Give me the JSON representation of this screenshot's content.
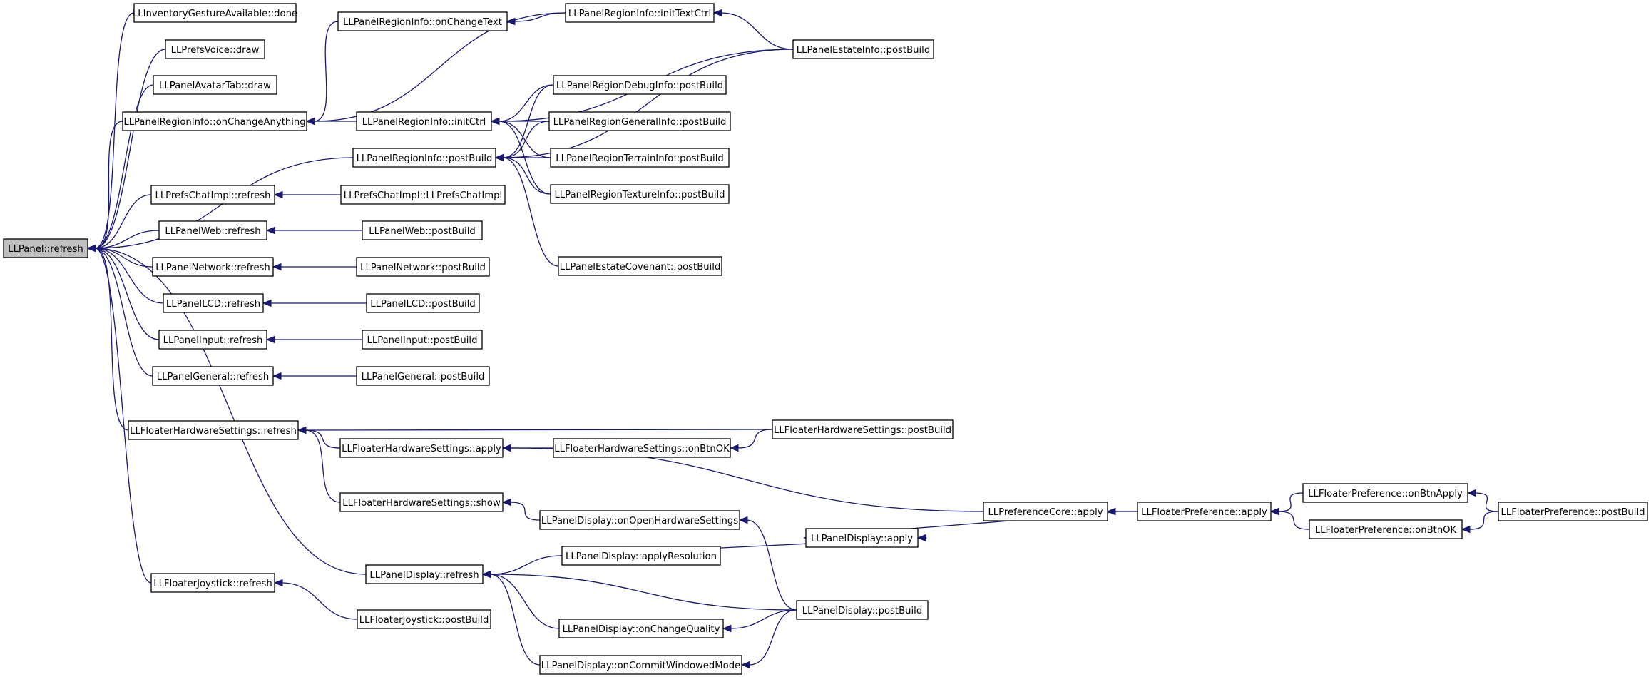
{
  "diagram": {
    "root": "LLPanel::refresh",
    "nodes": [
      {
        "id": "refresh",
        "label": "LLPanel::refresh"
      },
      {
        "id": "invgesture",
        "label": "LLInventoryGestureAvailable::done"
      },
      {
        "id": "prefsvoice",
        "label": "LLPrefsVoice::draw"
      },
      {
        "id": "avatartab",
        "label": "LLPanelAvatarTab::draw"
      },
      {
        "id": "ri_onchangeanything",
        "label": "LLPanelRegionInfo::onChangeAnything"
      },
      {
        "id": "ri_onchangetext",
        "label": "LLPanelRegionInfo::onChangeText"
      },
      {
        "id": "ri_inittextctrl",
        "label": "LLPanelRegionInfo::initTextCtrl"
      },
      {
        "id": "estateinfo_pb",
        "label": "LLPanelEstateInfo::postBuild"
      },
      {
        "id": "ri_initctrl",
        "label": "LLPanelRegionInfo::initCtrl"
      },
      {
        "id": "debuginfo_pb",
        "label": "LLPanelRegionDebugInfo::postBuild"
      },
      {
        "id": "generalinfo_pb",
        "label": "LLPanelRegionGeneralInfo::postBuild"
      },
      {
        "id": "ri_postbuild",
        "label": "LLPanelRegionInfo::postBuild"
      },
      {
        "id": "terraininfo_pb",
        "label": "LLPanelRegionTerrainInfo::postBuild"
      },
      {
        "id": "textureinfo_pb",
        "label": "LLPanelRegionTextureInfo::postBuild"
      },
      {
        "id": "covenant_pb",
        "label": "LLPanelEstateCovenant::postBuild"
      },
      {
        "id": "prefschat_refresh",
        "label": "LLPrefsChatImpl::refresh"
      },
      {
        "id": "prefschat_ctor",
        "label": "LLPrefsChatImpl::LLPrefsChatImpl"
      },
      {
        "id": "web_refresh",
        "label": "LLPanelWeb::refresh"
      },
      {
        "id": "web_pb",
        "label": "LLPanelWeb::postBuild"
      },
      {
        "id": "network_refresh",
        "label": "LLPanelNetwork::refresh"
      },
      {
        "id": "network_pb",
        "label": "LLPanelNetwork::postBuild"
      },
      {
        "id": "lcd_refresh",
        "label": "LLPanelLCD::refresh"
      },
      {
        "id": "lcd_pb",
        "label": "LLPanelLCD::postBuild"
      },
      {
        "id": "input_refresh",
        "label": "LLPanelInput::refresh"
      },
      {
        "id": "input_pb",
        "label": "LLPanelInput::postBuild"
      },
      {
        "id": "general_refresh",
        "label": "LLPanelGeneral::refresh"
      },
      {
        "id": "general_pb",
        "label": "LLPanelGeneral::postBuild"
      },
      {
        "id": "fhs_refresh",
        "label": "LLFloaterHardwareSettings::refresh"
      },
      {
        "id": "fhs_apply",
        "label": "LLFloaterHardwareSettings::apply"
      },
      {
        "id": "fhs_onbtnok",
        "label": "LLFloaterHardwareSettings::onBtnOK"
      },
      {
        "id": "fhs_pb",
        "label": "LLFloaterHardwareSettings::postBuild"
      },
      {
        "id": "fhs_show",
        "label": "LLFloaterHardwareSettings::show"
      },
      {
        "id": "pd_onopenhw",
        "label": "LLPanelDisplay::onOpenHardwareSettings"
      },
      {
        "id": "prefcore_apply",
        "label": "LLPreferenceCore::apply"
      },
      {
        "id": "fp_apply",
        "label": "LLFloaterPreference::apply"
      },
      {
        "id": "fp_onbtnapply",
        "label": "LLFloaterPreference::onBtnApply"
      },
      {
        "id": "fp_onbtnok",
        "label": "LLFloaterPreference::onBtnOK"
      },
      {
        "id": "fp_pb",
        "label": "LLFloaterPreference::postBuild"
      },
      {
        "id": "pd_apply",
        "label": "LLPanelDisplay::apply"
      },
      {
        "id": "pd_applyres",
        "label": "LLPanelDisplay::applyResolution"
      },
      {
        "id": "pd_refresh",
        "label": "LLPanelDisplay::refresh"
      },
      {
        "id": "pd_pb",
        "label": "LLPanelDisplay::postBuild"
      },
      {
        "id": "pd_onchangequality",
        "label": "LLPanelDisplay::onChangeQuality"
      },
      {
        "id": "pd_oncommitwindowed",
        "label": "LLPanelDisplay::onCommitWindowedMode"
      },
      {
        "id": "joystick_refresh",
        "label": "LLFloaterJoystick::refresh"
      },
      {
        "id": "joystick_pb",
        "label": "LLFloaterJoystick::postBuild"
      }
    ],
    "edges": [
      {
        "from": "invgesture",
        "to": "refresh"
      },
      {
        "from": "prefsvoice",
        "to": "refresh"
      },
      {
        "from": "avatartab",
        "to": "refresh"
      },
      {
        "from": "ri_onchangeanything",
        "to": "refresh"
      },
      {
        "from": "ri_postbuild",
        "to": "refresh"
      },
      {
        "from": "prefschat_refresh",
        "to": "refresh"
      },
      {
        "from": "web_refresh",
        "to": "refresh"
      },
      {
        "from": "network_refresh",
        "to": "refresh"
      },
      {
        "from": "lcd_refresh",
        "to": "refresh"
      },
      {
        "from": "input_refresh",
        "to": "refresh"
      },
      {
        "from": "general_refresh",
        "to": "refresh"
      },
      {
        "from": "fhs_refresh",
        "to": "refresh"
      },
      {
        "from": "pd_refresh",
        "to": "refresh"
      },
      {
        "from": "joystick_refresh",
        "to": "refresh"
      },
      {
        "from": "ri_onchangetext",
        "to": "ri_onchangeanything"
      },
      {
        "from": "ri_inittextctrl",
        "to": "ri_onchangeanything"
      },
      {
        "from": "ri_initctrl",
        "to": "ri_onchangeanything"
      },
      {
        "from": "ri_inittextctrl",
        "to": "ri_onchangetext"
      },
      {
        "from": "estateinfo_pb",
        "to": "ri_inittextctrl"
      },
      {
        "from": "estateinfo_pb",
        "to": "ri_initctrl"
      },
      {
        "from": "debuginfo_pb",
        "to": "ri_initctrl"
      },
      {
        "from": "generalinfo_pb",
        "to": "ri_initctrl"
      },
      {
        "from": "terraininfo_pb",
        "to": "ri_initctrl"
      },
      {
        "from": "textureinfo_pb",
        "to": "ri_initctrl"
      },
      {
        "from": "debuginfo_pb",
        "to": "ri_postbuild"
      },
      {
        "from": "generalinfo_pb",
        "to": "ri_postbuild"
      },
      {
        "from": "terraininfo_pb",
        "to": "ri_postbuild"
      },
      {
        "from": "textureinfo_pb",
        "to": "ri_postbuild"
      },
      {
        "from": "estateinfo_pb",
        "to": "ri_postbuild"
      },
      {
        "from": "covenant_pb",
        "to": "ri_postbuild"
      },
      {
        "from": "prefschat_ctor",
        "to": "prefschat_refresh"
      },
      {
        "from": "web_pb",
        "to": "web_refresh"
      },
      {
        "from": "network_pb",
        "to": "network_refresh"
      },
      {
        "from": "lcd_pb",
        "to": "lcd_refresh"
      },
      {
        "from": "input_pb",
        "to": "input_refresh"
      },
      {
        "from": "general_pb",
        "to": "general_refresh"
      },
      {
        "from": "fhs_pb",
        "to": "fhs_refresh"
      },
      {
        "from": "fhs_apply",
        "to": "fhs_refresh"
      },
      {
        "from": "fhs_show",
        "to": "fhs_refresh"
      },
      {
        "from": "fhs_onbtnok",
        "to": "fhs_apply"
      },
      {
        "from": "prefcore_apply",
        "to": "fhs_apply"
      },
      {
        "from": "fhs_pb",
        "to": "fhs_onbtnok"
      },
      {
        "from": "pd_onopenhw",
        "to": "fhs_show"
      },
      {
        "from": "pd_pb",
        "to": "pd_onopenhw"
      },
      {
        "from": "fp_apply",
        "to": "prefcore_apply"
      },
      {
        "from": "pd_apply",
        "to": "prefcore_apply"
      },
      {
        "from": "fp_onbtnapply",
        "to": "fp_apply"
      },
      {
        "from": "fp_onbtnok",
        "to": "fp_apply"
      },
      {
        "from": "fp_pb",
        "to": "fp_onbtnapply"
      },
      {
        "from": "fp_pb",
        "to": "fp_onbtnok"
      },
      {
        "from": "pd_applyres",
        "to": "pd_apply"
      },
      {
        "from": "pd_applyres",
        "to": "pd_refresh"
      },
      {
        "from": "pd_pb",
        "to": "pd_refresh"
      },
      {
        "from": "pd_onchangequality",
        "to": "pd_refresh"
      },
      {
        "from": "pd_oncommitwindowed",
        "to": "pd_refresh"
      },
      {
        "from": "pd_pb",
        "to": "pd_onchangequality"
      },
      {
        "from": "pd_pb",
        "to": "pd_oncommitwindowed"
      },
      {
        "from": "joystick_pb",
        "to": "joystick_refresh"
      }
    ],
    "colors": {
      "edge": "#191970",
      "node_border": "#000000",
      "node_fill": "#ffffff",
      "root_fill": "#bfbfbf",
      "text": "#000000"
    }
  }
}
